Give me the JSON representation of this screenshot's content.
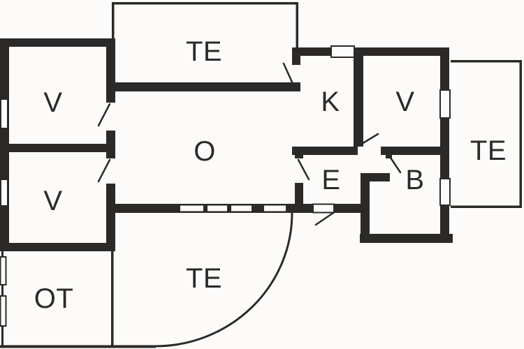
{
  "plan": {
    "type": "floor-plan",
    "wall_color": "#2b2a29",
    "floor_color": "#fcfbf9",
    "rooms": [
      {
        "id": "room-v-top-left",
        "label": "V"
      },
      {
        "id": "room-v-bottom-left",
        "label": "V"
      },
      {
        "id": "room-ot",
        "label": "OT"
      },
      {
        "id": "terrace-top",
        "label": "TE"
      },
      {
        "id": "room-o",
        "label": "O"
      },
      {
        "id": "terrace-bottom",
        "label": "TE"
      },
      {
        "id": "room-k",
        "label": "K"
      },
      {
        "id": "room-e",
        "label": "E"
      },
      {
        "id": "room-v-right",
        "label": "V"
      },
      {
        "id": "room-b",
        "label": "B"
      },
      {
        "id": "terrace-right",
        "label": "TE"
      }
    ]
  }
}
